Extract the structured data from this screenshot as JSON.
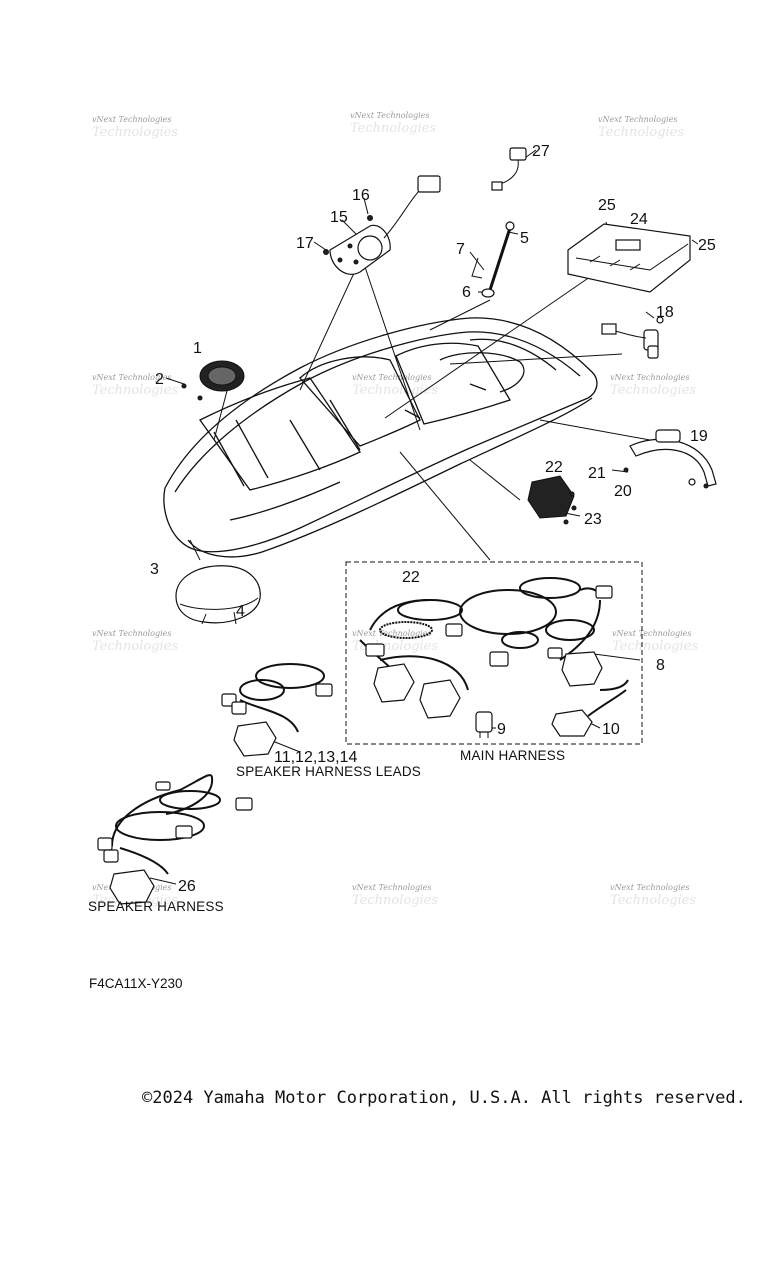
{
  "watermark": {
    "text": "vNext Technologies",
    "logo": "Technologies"
  },
  "callouts": {
    "c1": "1",
    "c2": "2",
    "c3": "3",
    "c4": "4",
    "c5": "5",
    "c6": "6",
    "c7": "7",
    "c8": "8",
    "c9": "9",
    "c10": "10",
    "c15": "15",
    "c16": "16",
    "c17": "17",
    "c18": "18",
    "c19": "19",
    "c20": "20",
    "c21": "21",
    "c22a": "22",
    "c22b": "22",
    "c23": "23",
    "c24": "24",
    "c25a": "25",
    "c25b": "25",
    "c26": "26",
    "c27": "27",
    "c11_14": "11,12,13,14"
  },
  "captions": {
    "speaker_leads": "SPEAKER HARNESS LEADS",
    "main_harness": "MAIN HARNESS",
    "speaker_harness": "SPEAKER HARNESS"
  },
  "reference_code": "F4CA11X-Y230",
  "copyright": "©2024 Yamaha Motor Corporation, U.S.A. All rights reserved."
}
